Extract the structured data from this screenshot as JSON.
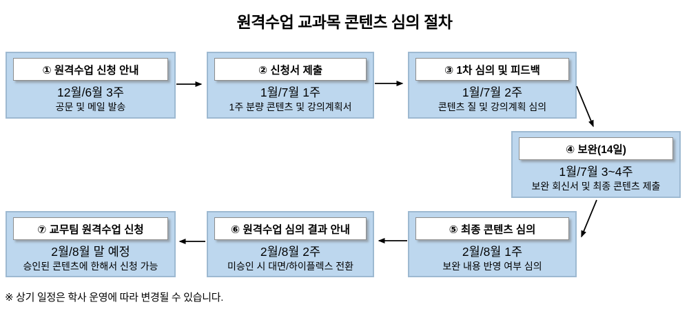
{
  "title": "원격수업 교과목 콘텐츠 심의 절차",
  "footnote": "※ 상기 일정은 학사 운영에 따라 변경될 수 있습니다.",
  "colors": {
    "box_fill": "#BDD7EE",
    "box_border": "#9DB9D1",
    "header_fill": "#FFFFFF",
    "header_border": "#8C8C8C",
    "arrow": "#000000",
    "text": "#000000"
  },
  "steps": [
    {
      "label": "① 원격수업 신청 안내",
      "period": "12월/6월 3주",
      "detail": "공문 및 메일 발송"
    },
    {
      "label": "② 신청서 제출",
      "period": "1월/7월 1주",
      "detail": "1주 분량 콘텐츠 및 강의계획서"
    },
    {
      "label": "③ 1차 심의 및 피드백",
      "period": "1월/7월 2주",
      "detail": "콘텐츠 질 및 강의계획 심의"
    },
    {
      "label": "④ 보완(14일)",
      "period": "1월/7월 3~4주",
      "detail": "보완 회신서 및 최종 콘텐츠 제출"
    },
    {
      "label": "⑤ 최종 콘텐츠 심의",
      "period": "2월/8월 1주",
      "detail": "보완 내용 반영 여부 심의"
    },
    {
      "label": "⑥ 원격수업 심의 결과 안내",
      "period": "2월/8월 2주",
      "detail": "미승인 시 대면/하이플렉스 전환"
    },
    {
      "label": "⑦ 교무팀 원격수업 신청",
      "period": "2월/8월 말 예정",
      "detail": "승인된 콘텐츠에 한해서 신청 가능"
    }
  ]
}
